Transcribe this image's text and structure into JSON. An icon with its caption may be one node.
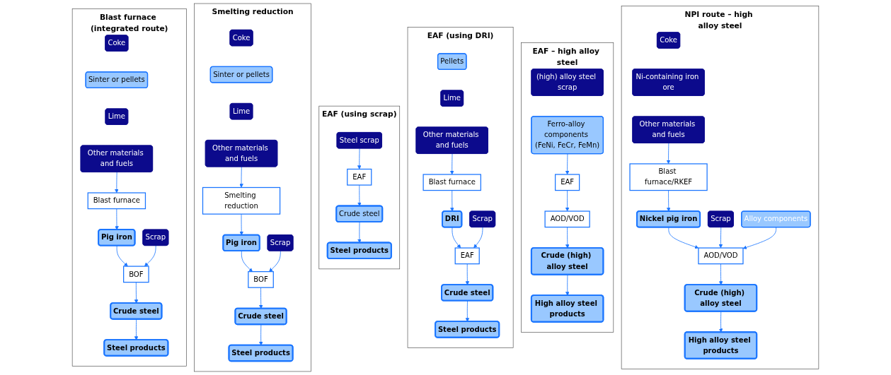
{
  "diagram": {
    "nodes": [
      {
        "text": [
          "Blast furnace (integrated route)"
        ]
      },
      {
        "text": [
          "Coke"
        ],
        "in": 0
      },
      {
        "text": [
          "Sinter or pellets"
        ],
        "in": 0
      },
      {
        "text": [
          "Lime"
        ],
        "in": 0
      },
      {
        "text": [
          "Other materials and fuels"
        ],
        "in": 0
      },
      {
        "text": [
          "Blast furnace"
        ],
        "in": 0
      },
      {
        "text": [
          "Pig iron"
        ],
        "in": 0
      },
      {
        "text": [
          "Scrap"
        ],
        "in": 0
      },
      {
        "text": [
          "BOF"
        ],
        "in": 0
      },
      {
        "text": [
          "Crude steel"
        ],
        "in": 0
      },
      {
        "text": [
          "Steel products"
        ],
        "in": 0
      },
      {
        "text": [
          "Smelting reduction"
        ]
      },
      {
        "text": [
          "Coke"
        ],
        "in": 11
      },
      {
        "text": [
          "Sinter or pellets"
        ],
        "in": 11
      },
      {
        "text": [
          "Lime"
        ],
        "in": 11
      },
      {
        "text": [
          "Other materials and fuels"
        ],
        "in": 11
      },
      {
        "text": [
          "Smelting reduction"
        ],
        "in": 11
      },
      {
        "text": [
          "Pig iron"
        ],
        "in": 11
      },
      {
        "text": [
          "Scrap"
        ],
        "in": 11
      },
      {
        "text": [
          "BOF"
        ],
        "in": 11
      },
      {
        "text": [
          "Crude steel"
        ],
        "in": 11
      },
      {
        "text": [
          "Steel products"
        ],
        "in": 11
      },
      {
        "text": [
          "EAF (using scrap)"
        ]
      },
      {
        "text": [
          "Steel scrap"
        ],
        "in": 22
      },
      {
        "text": [
          "EAF"
        ],
        "in": 22
      },
      {
        "text": [
          "Crude steel"
        ],
        "in": 22
      },
      {
        "text": [
          "Steel products"
        ],
        "in": 22
      },
      {
        "text": [
          "EAF (using DRI)"
        ]
      },
      {
        "text": [
          "Pellets"
        ],
        "in": 27
      },
      {
        "text": [
          "Lime"
        ],
        "in": 27
      },
      {
        "text": [
          "Other materials and fuels"
        ],
        "in": 27
      },
      {
        "text": [
          "Blast furnace"
        ],
        "in": 27
      },
      {
        "text": [
          "DRI"
        ],
        "in": 27
      },
      {
        "text": [
          "Scrap"
        ],
        "in": 27
      },
      {
        "text": [
          "EAF"
        ],
        "in": 27
      },
      {
        "text": [
          "Crude steel"
        ],
        "in": 27
      },
      {
        "text": [
          "Steel products"
        ],
        "in": 27
      },
      {
        "text": [
          "EAF – high alloy steel"
        ]
      },
      {
        "text": [
          "(high) alloy steel scrap"
        ],
        "in": 37
      },
      {
        "text": [
          "Ferro-alloy components (FeNi, FeCr, FeMn)"
        ],
        "in": 37
      },
      {
        "text": [
          "EAF"
        ],
        "in": 37
      },
      {
        "text": [
          "AOD/VOD"
        ],
        "in": 37
      },
      {
        "text": [
          "Crude (high) alloy steel"
        ],
        "in": 37
      },
      {
        "text": [
          "High alloy steel products"
        ],
        "in": 37
      },
      {
        "text": [
          "NPI route – high alloy steel"
        ]
      },
      {
        "text": [
          "Coke"
        ],
        "in": 44
      },
      {
        "text": [
          "Ni-containing iron ore"
        ],
        "in": 44
      },
      {
        "text": [
          "Other materials and fuels"
        ],
        "in": 44
      },
      {
        "text": [
          "Blast furnace/RKEF"
        ],
        "in": 44
      },
      {
        "text": [
          "Nickel pig iron"
        ],
        "in": 44
      },
      {
        "text": [
          "Alloy components"
        ],
        "in": 44
      },
      {
        "text": [
          "Scrap"
        ],
        "in": 44
      },
      {
        "text": [
          "AOD/VOD"
        ],
        "in": 44
      },
      {
        "text": [
          "Crude (high) alloy steel"
        ],
        "in": 44
      },
      {
        "text": [
          "High alloy steel products"
        ],
        "in": 44
      }
    ],
    "edges": [
      {
        "from": 4,
        "to": 5,
        "arrow": "to"
      },
      {
        "from": 5,
        "to": 6,
        "arrow": "to"
      },
      {
        "from": 6,
        "to": 8,
        "arrow": "to"
      },
      {
        "from": 7,
        "to": 8,
        "arrow": "to"
      },
      {
        "from": 8,
        "to": 9,
        "arrow": "to"
      },
      {
        "from": 9,
        "to": 10,
        "arrow": "to"
      },
      {
        "from": 15,
        "to": 16,
        "arrow": "to"
      },
      {
        "from": 16,
        "to": 17,
        "arrow": "to"
      },
      {
        "from": 17,
        "to": 19,
        "arrow": "to"
      },
      {
        "from": 18,
        "to": 19,
        "arrow": "to"
      },
      {
        "from": 19,
        "to": 20,
        "arrow": "to"
      },
      {
        "from": 20,
        "to": 21,
        "arrow": "to"
      },
      {
        "from": 23,
        "to": 24,
        "arrow": "to"
      },
      {
        "from": 24,
        "to": 25,
        "arrow": "to"
      },
      {
        "from": 25,
        "to": 26,
        "arrow": "to"
      },
      {
        "from": 30,
        "to": 31,
        "arrow": "to"
      },
      {
        "from": 31,
        "to": 32,
        "arrow": "to"
      },
      {
        "from": 32,
        "to": 34,
        "arrow": "to"
      },
      {
        "from": 33,
        "to": 34,
        "arrow": "to"
      },
      {
        "from": 34,
        "to": 35,
        "arrow": "to"
      },
      {
        "from": 35,
        "to": 36,
        "arrow": "to"
      },
      {
        "from": 39,
        "to": 40,
        "arrow": "to"
      },
      {
        "from": 40,
        "to": 41,
        "arrow": "to"
      },
      {
        "from": 41,
        "to": 42,
        "arrow": "to"
      },
      {
        "from": 42,
        "to": 43,
        "arrow": "to"
      },
      {
        "from": 47,
        "to": 48,
        "arrow": "to"
      },
      {
        "from": 48,
        "to": 49,
        "arrow": "to"
      },
      {
        "from": 49,
        "to": 52,
        "arrow": "to"
      },
      {
        "from": 51,
        "to": 52,
        "arrow": "to"
      },
      {
        "from": 50,
        "to": 52,
        "arrow": "to"
      },
      {
        "from": 52,
        "to": 53,
        "arrow": "to"
      },
      {
        "from": 53,
        "to": 54,
        "arrow": "to"
      }
    ]
  }
}
